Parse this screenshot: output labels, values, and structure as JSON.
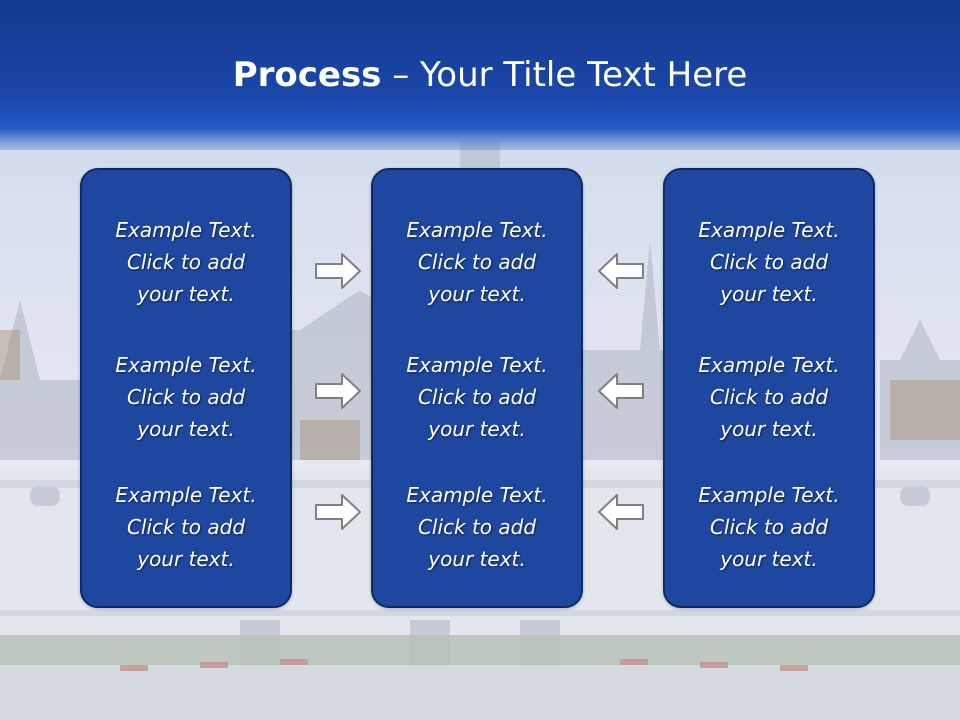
{
  "slide": {
    "title_bold": "Process",
    "title_rest": " – Your Title Text Here"
  },
  "columns": [
    {
      "items": [
        "Example Text.\nClick  to add\nyour text.",
        "Example Text.\nClick  to add\nyour text.",
        "Example Text.\nClick  to add\nyour text."
      ]
    },
    {
      "items": [
        "Example Text.\nClick  to add\nyour text.",
        "Example Text.\nClick  to add\nyour text.",
        "Example Text.\nClick  to add\nyour text."
      ]
    },
    {
      "items": [
        "Example Text.\nClick  to add\nyour text.",
        "Example Text.\nClick  to add\nyour text.",
        "Example Text.\nClick  to add\nyour text."
      ]
    }
  ],
  "arrows": {
    "left_group": "right-arrow-icon",
    "right_group": "left-arrow-icon"
  },
  "colors": {
    "header": "#1a47a8",
    "panel": "#1e48a0",
    "panel_border": "#0c2a66",
    "text": "#ffffff",
    "arrow_fill": "#ffffff",
    "arrow_stroke": "#808080"
  }
}
